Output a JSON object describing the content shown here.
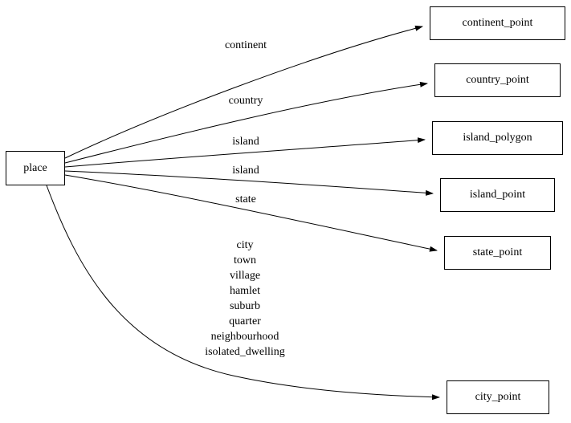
{
  "diagram": {
    "place_node": {
      "label": "place"
    },
    "target_nodes": {
      "continent_point": {
        "label": "continent_point"
      },
      "country_point": {
        "label": "country_point"
      },
      "island_polygon": {
        "label": "island_polygon"
      },
      "island_point": {
        "label": "island_point"
      },
      "state_point": {
        "label": "state_point"
      },
      "city_point": {
        "label": "city_point"
      }
    },
    "edges": [
      {
        "from": "place",
        "to": "continent_point",
        "label": "continent"
      },
      {
        "from": "place",
        "to": "country_point",
        "label": "country"
      },
      {
        "from": "place",
        "to": "island_polygon",
        "label": "island"
      },
      {
        "from": "place",
        "to": "island_point",
        "label": "island"
      },
      {
        "from": "place",
        "to": "state_point",
        "label": "state"
      },
      {
        "from": "place",
        "to": "city_point",
        "label_lines": [
          "city",
          "town",
          "village",
          "hamlet",
          "suburb",
          "quarter",
          "neighbourhood",
          "isolated_dwelling"
        ]
      }
    ],
    "colors": {
      "stroke": "#000000",
      "background": "#ffffff"
    }
  }
}
